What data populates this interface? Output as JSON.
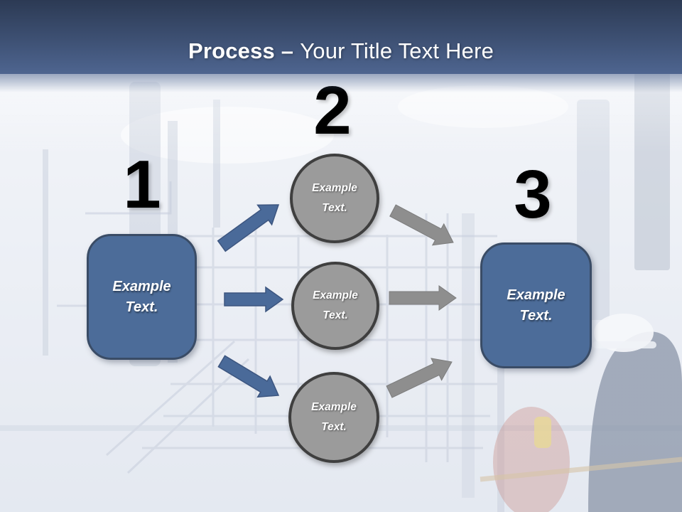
{
  "slide": {
    "header": {
      "title_bold": "Process –",
      "title_rest": "Your Title Text Here"
    },
    "steps": {
      "left_box": {
        "number": "1",
        "label": "Example Text."
      },
      "middle_circles": {
        "number": "2",
        "items": [
          {
            "label": "Example Text."
          },
          {
            "label": "Example Text."
          },
          {
            "label": "Example Text."
          }
        ]
      },
      "right_box": {
        "number": "3",
        "label": "Example Text."
      }
    },
    "colors": {
      "header_top": "#2C3A54",
      "header_mid": "#3E5174",
      "header_bottom": "#4E6590",
      "title_text": "#FFFFFF",
      "box_fill": "#4C6C99",
      "box_border": "#3A4C66",
      "circle_fill": "#9B9B9B",
      "circle_border": "#3F3F3F",
      "blue_arrow": "#4A6A99",
      "blue_arrow_edge": "#3D5680",
      "gray_arrow": "#8E8E8E",
      "gray_arrow_edge": "#7C7C7C",
      "number_text": "#000000",
      "shape_text": "#FFFFFF"
    }
  }
}
